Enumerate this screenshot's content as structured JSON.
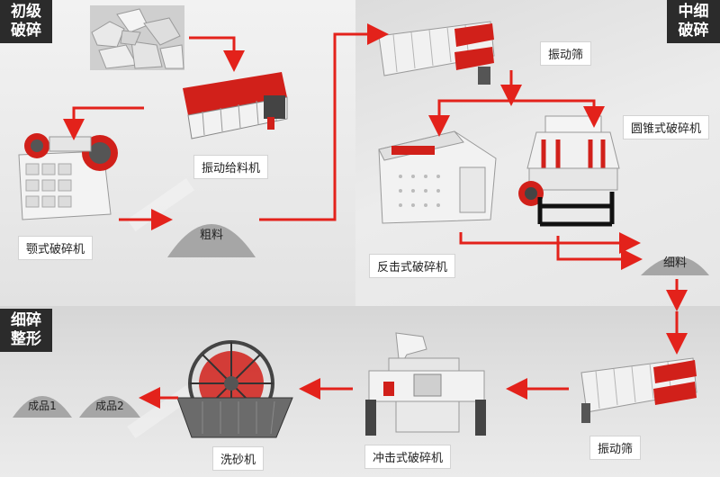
{
  "stages": {
    "primary": [
      "初级",
      "破碎"
    ],
    "medium_fine": [
      "中细",
      "破碎"
    ],
    "fine_shaping": [
      "细碎",
      "整形"
    ]
  },
  "machines": {
    "vibrating_feeder": "振动给料机",
    "jaw_crusher": "颚式破碎机",
    "vibrating_screen_top": "振动筛",
    "cone_crusher": "圆锥式破碎机",
    "impact_crusher": "反击式破碎机",
    "vibrating_screen_bottom": "振动筛",
    "vsi_crusher": "冲击式破碎机",
    "sand_washer": "洗砂机"
  },
  "materials": {
    "coarse": "粗料",
    "fine": "细料",
    "product1": "成品1",
    "product2": "成品2"
  },
  "colors": {
    "arrow": "#e3221b",
    "machine_red": "#d1201a",
    "tag_bg": "#2b2b2b",
    "pile": "#a6a6a6"
  }
}
